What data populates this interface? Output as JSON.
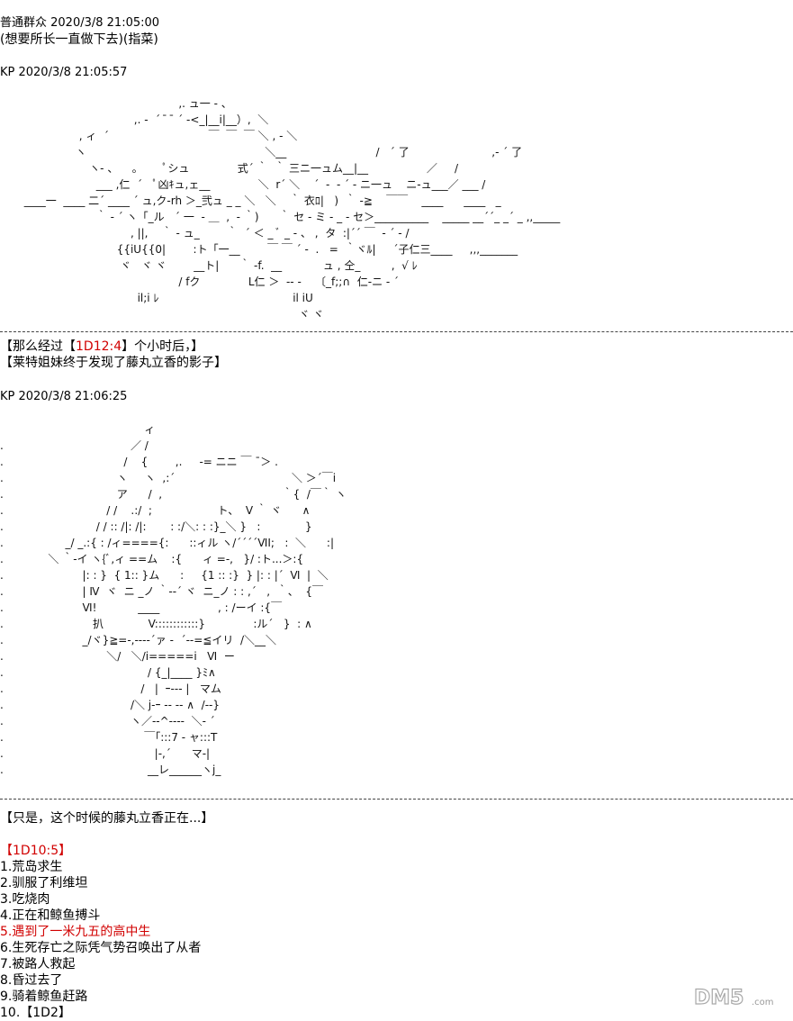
{
  "post1": {
    "header": "普通群众 2020/3/8 21:05:00",
    "body": "(想要所长一直做下去)(指菜)"
  },
  "post2": {
    "header": "KP 2020/3/8 21:05:57",
    "art": "                                                    ,. ュ一 - 、\n                                       ,. -  ´  ̄  ̄ ´ -<_|__i|__）,  ＼\n                       , ィ  ´                             ￣  ￣  ￣ ＼ , - ＼\n                      ヽ                                                    ＼__                          /   ´ 了                        ,- ´ 了\n                          ヽ- 、    。      ﾟシュ              式´ ｀  ｀ 三ニ一ュム__|__                 ／     /\n                            ___ ,仁  ´   ﾟ凶ｷュ,ェ__              ＼  r´ ＼    ´  -  ‐ ´ - ニ一ュ    ニ-ュ___／ ___ /\n       ____一  ____ 二´ ____ ´ ュ,ク-rh ＞_弐ュ _ _ ＼   ＼    ｀ 衣ﾛ|   )  ｀ ‐≧    ￣￣    ____      ____   _\n                            ｀ ‐ ´ ヽ「_ル   ´ 一  ‐ ＿  ,  ‐ ｀)      ｀ セ - ミ - _ - セ＞__________    _____ __´´_ _´ _ ,,_____\n                                      , ||,    ｀ - ュ_        ｀  ´ ＜ _ ﾞ _ - 、 ,  タ  :|´´ ￣  - ´ - /\n                                  {{iU{{0|        :ト「一__        ￣ ￣ ´ -  .   =  ｀ヾﾙ|     ´子仁三____     ,,,_______\n                                   ヾ   ヾ ヾ        __ト|      ｀ ‐f.  __            ュ , 仝_         ,  √ ﾚ\n                                                    / fク              L仁 ＞  ‐‐ ‐    〔_f;;∩  仁-ニ - ´\n                                        il;i ﾚ                                       il iU\n                                                                                       ヾ ヾ"
  },
  "post3": {
    "line1_pre": "【那么经过【",
    "line1_red": "1D12:4",
    "line1_post": "】个小时后，】",
    "line2": "【莱特姐妹终于发现了藤丸立香的影子】"
  },
  "post4": {
    "header": "KP 2020/3/8 21:06:25",
    "art": "                                          ィ\n.                                     ／ /\n.                                   /    {        ,.     -= ニニ ￣ ˉ＞ .\n.                                 ヽ     ヽ  ,:´                                  ＼ ＞´￣i\n.                                 ア      /  ,                                   ｀{  /￣｀ ヽ\n.                              / /    .:/  ;                   ト、  V ｀ ヾ      ∧\n.                           / / :: /|: /|:       : :/＼: : :}_＼ }   :             }\n.                  _/ _.:{ : /ィ===={:      ::ィル ヽ/´´´´ⅥⅠ;   :  ＼      :|\n.             ＼ ｀‐イ ヽ{ﾞ,ィ ==ム    :{      ィ =-,   }/ :ト...＞:{\n.                       |: : }  { 1:: }ム      :     {1 :: :}  } |: : |´  Ⅵ  |  ＼\n.                       | Ⅳ  ヾ  ニ _ノ ｀‐‐´ ヾ  ニ_ノ : : ,´   ,  ｀、  {￣\n.                       Ⅵ!            ____                 , : /ーイ :{￣\n.                          扒             V::::::::::::}              :ル´   }  : ∧\n.                       _/ヾ}≧=-,----´ァ -  ´‐-=≦イリ  /＼__＼\n.                              ＼/   ＼/i=====i   Ⅵ  ー\n.                                          / {_|____ }ﾐ∧\n.                                        /   |  ｰ‐‐‐ |   マム\n.                                     /＼ j-ｰ ‐‐ -- ∧  /-‐}\n.                                     ヽ／‐‐^‐‐‐-  ＼‐ ´\n.                                         ￣｢:::7 - ャ:::T\n.                                            |-,´      マ-|\n.                                          __レ______ヽj_"
  },
  "post5": {
    "line1": "【只是，这个时候的藤丸立香正在...】",
    "roll_pre": "【",
    "roll_red": "1D10:5",
    "roll_post": "】",
    "options": [
      {
        "text": "1.荒岛求生",
        "highlight": false
      },
      {
        "text": "2.驯服了利维坦",
        "highlight": false
      },
      {
        "text": "3.吃烧肉",
        "highlight": false
      },
      {
        "text": "4.正在和鲸鱼搏斗",
        "highlight": false
      },
      {
        "text": "5.遇到了一米九五的高中生",
        "highlight": true
      },
      {
        "text": "6.生死存亡之际凭气势召唤出了从者",
        "highlight": false
      },
      {
        "text": "7.被路人救起",
        "highlight": false
      },
      {
        "text": "8.昏过去了",
        "highlight": false
      },
      {
        "text": "9.骑着鲸鱼赶路",
        "highlight": false
      },
      {
        "text": "10.【1D2】",
        "highlight": false
      }
    ]
  },
  "watermark": {
    "logo": "DM5",
    "suffix": ".com"
  },
  "colors": {
    "roll_red": "#d10000",
    "text": "#000000",
    "background": "#ffffff"
  }
}
